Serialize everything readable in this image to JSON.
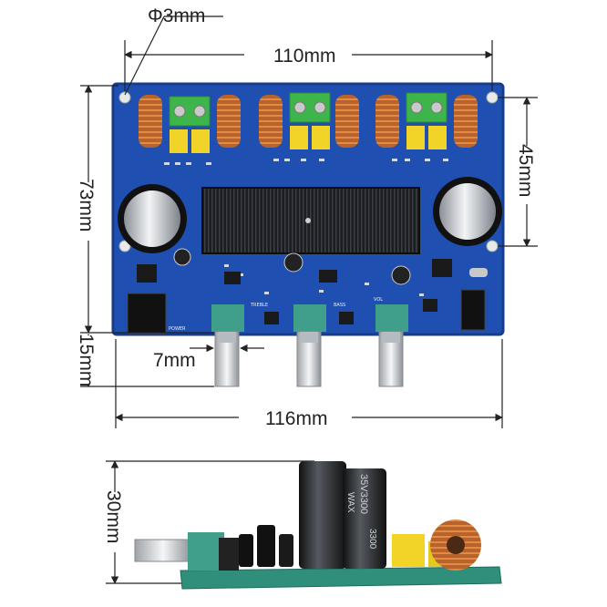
{
  "dimensions": {
    "hole": "Φ3mm",
    "hole_spacing_width": "110mm",
    "board_height": "73mm",
    "hole_spacing_height": "45mm",
    "knob_height": "15mm",
    "knob_pitch": "7mm",
    "overall_width": "116mm",
    "side_height": "30mm"
  },
  "board_labels": {
    "power": "POWER",
    "treble": "TREBLE",
    "bass": "BASS",
    "vol": "VOL",
    "cap_top": "35V3300",
    "cap_mid": "WAX",
    "cap_bottom": "3300"
  },
  "colors": {
    "pcb": "#1f4fb0",
    "pcb_dark": "#163c8c",
    "heatsink": "#15171a",
    "terminal": "#3db54a",
    "cap_yellow": "#f1d427",
    "pot": "#3f9f8a",
    "dim_line": "#222222",
    "side_pcb": "#2f8f7a"
  }
}
